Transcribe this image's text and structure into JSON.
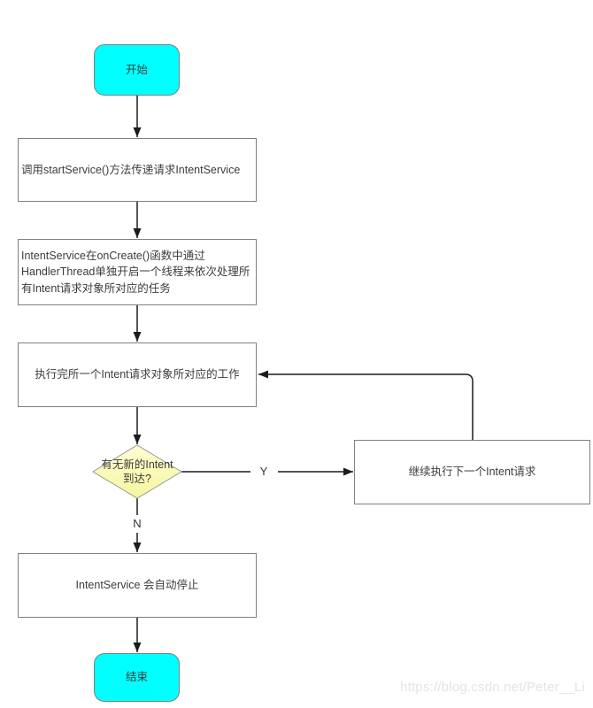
{
  "diagram": {
    "title_semantic": "IntentService workflow flowchart",
    "nodes": {
      "start": {
        "label": "开始",
        "type": "terminal"
      },
      "step1": {
        "label": "调用startService()方法传递请求IntentService",
        "type": "process"
      },
      "step2": {
        "label": "IntentService在onCreate()函数中通过\nHandlerThread单独开启一个线程来依次处理所\n有Intent请求对象所对应的任务",
        "type": "process"
      },
      "step3": {
        "label": "执行完所一个Intent请求对象所对应的工作",
        "type": "process"
      },
      "decision": {
        "label": "有无新的Intent\n到达?",
        "type": "decision"
      },
      "loop_step": {
        "label": "继续执行下一个Intent请求",
        "type": "process"
      },
      "stop_step": {
        "label": "IntentService 会自动停止",
        "type": "process"
      },
      "end": {
        "label": "结束",
        "type": "terminal"
      }
    },
    "edges": {
      "yes_label": "Y",
      "no_label": "N"
    },
    "colors": {
      "terminal_fill": "#00ffff",
      "decision_fill_top": "#fdfdd4",
      "decision_fill_bottom": "#f6f6a0",
      "node_border": "#808080",
      "connector_line": "#1c1c1c",
      "text": "#3d3d3d",
      "watermark_text": "#e4e4e4"
    }
  },
  "watermark": {
    "text": "https://blog.csdn.net/Peter__Li"
  }
}
